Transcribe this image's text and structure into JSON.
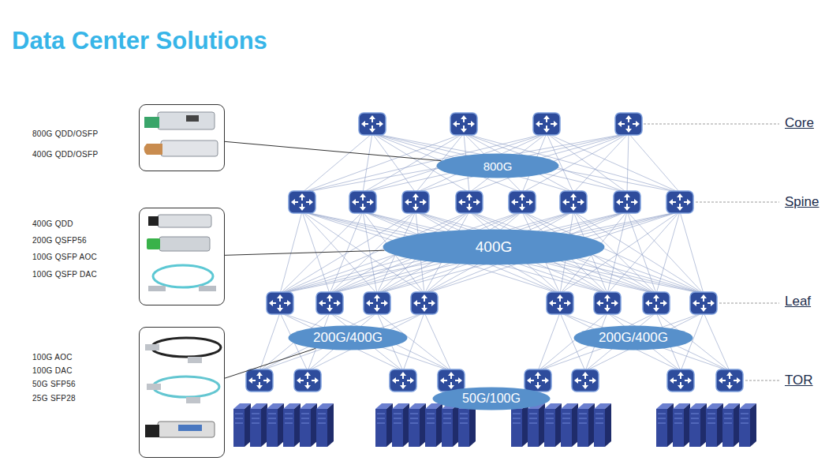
{
  "diagram": {
    "title": "Data Center Solutions",
    "nodes": [
      {
        "text": [
          "800G QDD/OSFP",
          "400G QDD/OSFP"
        ]
      },
      {
        "text": [
          "800G"
        ]
      },
      {
        "text": [
          "400G QDD",
          "200G QSFP56",
          "100G QSFP AOC",
          "100G QSFP DAC"
        ]
      },
      {
        "text": [
          "400G"
        ]
      },
      {
        "text": [
          "100G AOC",
          "100G DAC",
          "50G SFP56",
          "25G SFP28"
        ]
      },
      {
        "text": [
          "200G/400G"
        ]
      },
      {
        "text": [
          "200G/400G"
        ]
      },
      {
        "text": [
          "50G/100G"
        ]
      }
    ],
    "edges": [
      {
        "from": 0,
        "to": 1,
        "arrow": "none"
      },
      {
        "from": 2,
        "to": 3,
        "arrow": "none"
      },
      {
        "from": 4,
        "to": 5,
        "arrow": "none"
      }
    ],
    "labels": [
      "Core",
      "Spine",
      "Leaf",
      "TOR"
    ]
  }
}
